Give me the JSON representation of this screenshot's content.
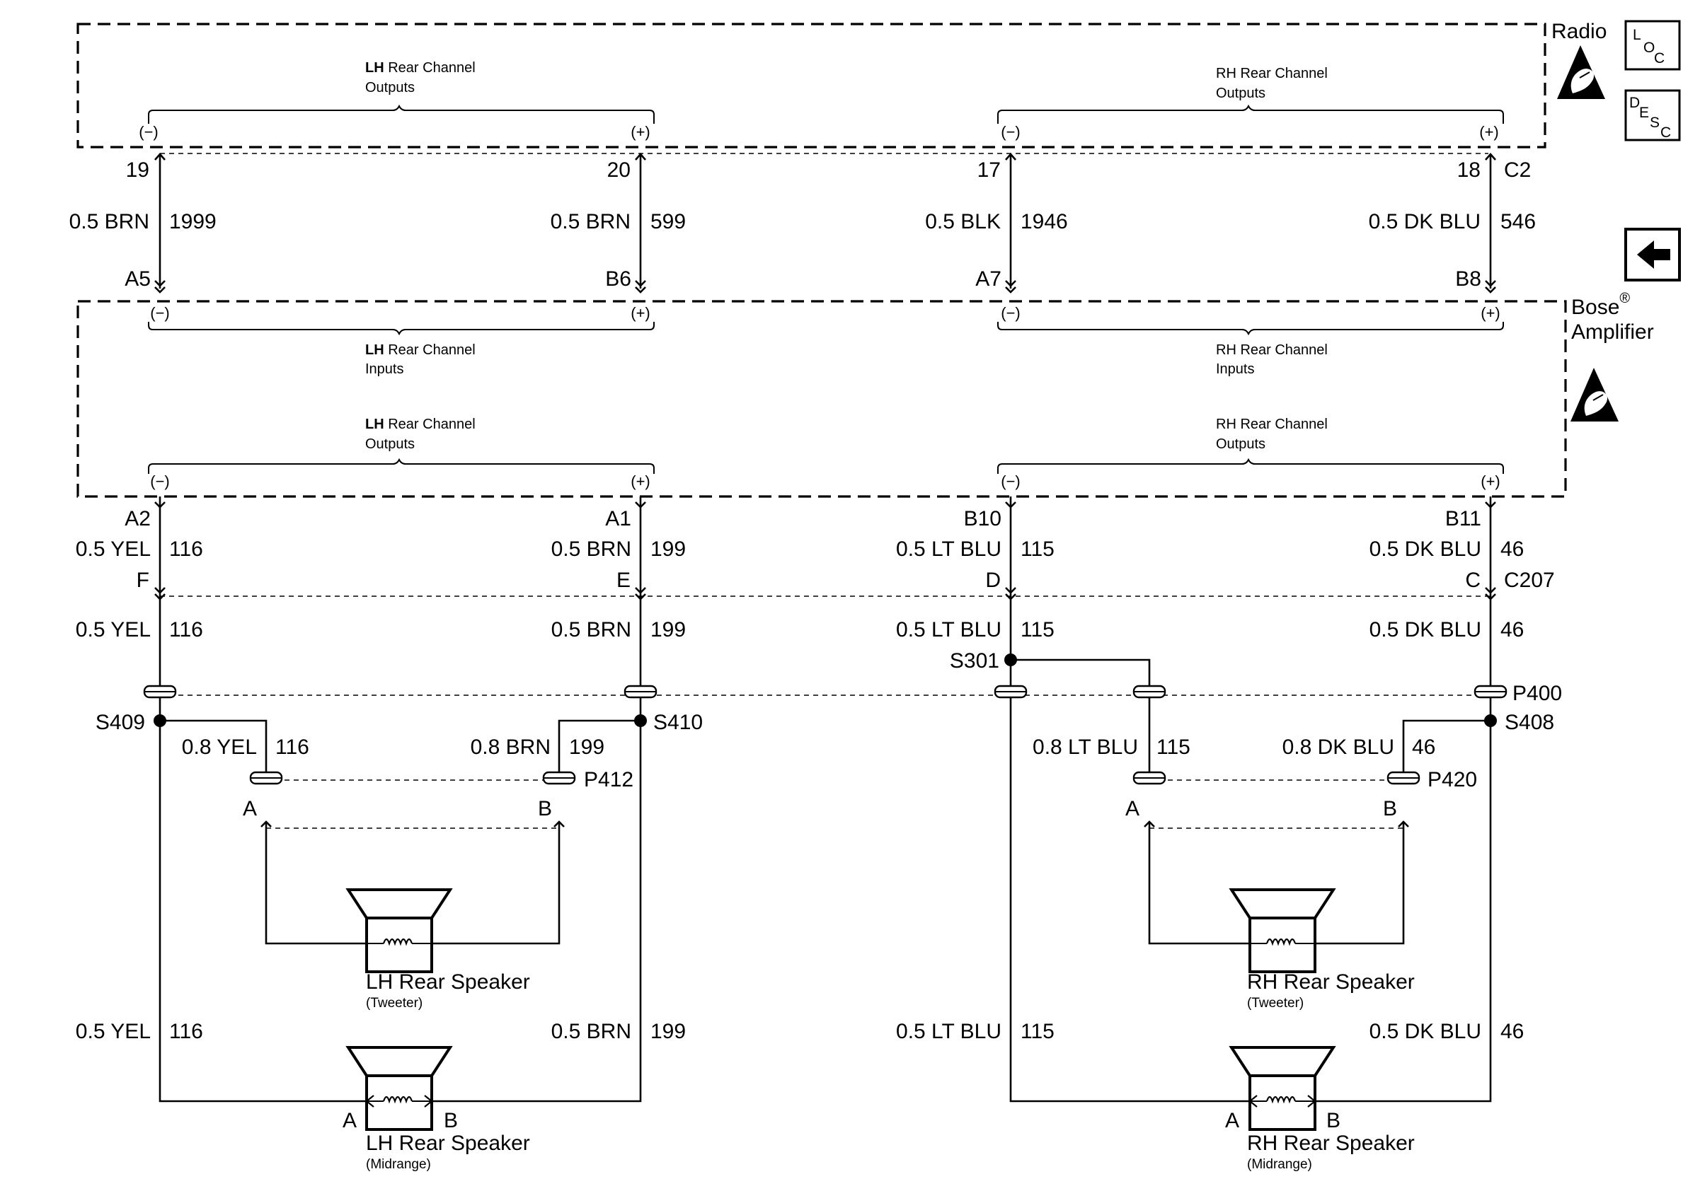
{
  "radio": {
    "title": "Radio",
    "lh_outputs": {
      "line1_bold": "LH",
      "line1_rest": " Rear Channel",
      "line2": "Outputs"
    },
    "rh_outputs": {
      "line1": "RH Rear Channel",
      "line2": "Outputs"
    },
    "connector": "C2"
  },
  "amplifier": {
    "title_line1": "Bose",
    "reg_mark": "®",
    "title_line2": "Amplifier",
    "lh_inputs": {
      "line1_bold": "LH",
      "line1_rest": " Rear Channel",
      "line2": "Inputs"
    },
    "rh_inputs": {
      "line1": "RH Rear Channel",
      "line2": "Inputs"
    },
    "lh_outputs": {
      "line1_bold": "LH",
      "line1_rest": " Rear Channel",
      "line2": "Outputs"
    },
    "rh_outputs": {
      "line1": "RH Rear Channel",
      "line2": "Outputs"
    }
  },
  "polarity": {
    "neg": "(−)",
    "pos": "(+)"
  },
  "icons": {
    "loc": {
      "L": "L",
      "O": "O",
      "C": "C"
    },
    "desc": {
      "D": "D",
      "E": "E",
      "S": "S",
      "C": "C"
    },
    "names": [
      "location-icon",
      "description-icon",
      "back-arrow-icon",
      "esd-sensitive-icon"
    ]
  },
  "radio_pins": {
    "p1": "19",
    "p2": "20",
    "p3": "17",
    "p4": "18"
  },
  "upper_wires": [
    {
      "gauge": "0.5 BRN",
      "circuit": "1999"
    },
    {
      "gauge": "0.5 BRN",
      "circuit": "599"
    },
    {
      "gauge": "0.5 BLK",
      "circuit": "1946"
    },
    {
      "gauge": "0.5 DK BLU",
      "circuit": "546"
    }
  ],
  "amp_in_pins": {
    "p1": "A5",
    "p2": "B6",
    "p3": "A7",
    "p4": "B8"
  },
  "amp_out_pins": {
    "p1": "A2",
    "p2": "A1",
    "p3": "B10",
    "p4": "B11"
  },
  "mid_wires": [
    {
      "gauge": "0.5 YEL",
      "circuit": "116"
    },
    {
      "gauge": "0.5 BRN",
      "circuit": "199"
    },
    {
      "gauge": "0.5 LT BLU",
      "circuit": "115"
    },
    {
      "gauge": "0.5 DK BLU",
      "circuit": "46"
    }
  ],
  "c207": {
    "name": "C207",
    "pins": [
      "F",
      "E",
      "D",
      "C"
    ]
  },
  "lower_wires": [
    {
      "gauge": "0.5 YEL",
      "circuit": "116"
    },
    {
      "gauge": "0.5 BRN",
      "circuit": "199"
    },
    {
      "gauge": "0.5 LT BLU",
      "circuit": "115"
    },
    {
      "gauge": "0.5 DK BLU",
      "circuit": "46"
    }
  ],
  "splices": {
    "s301": "S301",
    "s409": "S409",
    "s410": "S410",
    "s408": "S408"
  },
  "p400": "P400",
  "tweeter_wires": [
    {
      "gauge": "0.8 YEL",
      "circuit": "116"
    },
    {
      "gauge": "0.8 BRN",
      "circuit": "199"
    },
    {
      "gauge": "0.8 LT BLU",
      "circuit": "115"
    },
    {
      "gauge": "0.8 DK BLU",
      "circuit": "46"
    }
  ],
  "p412": {
    "name": "P412",
    "pinA": "A",
    "pinB": "B"
  },
  "p420": {
    "name": "P420",
    "pinA": "A",
    "pinB": "B"
  },
  "speakers": {
    "lh_tweeter": {
      "name": "LH Rear Speaker",
      "sub": "(Tweeter)"
    },
    "rh_tweeter": {
      "name": "RH Rear Speaker",
      "sub": "(Tweeter)"
    },
    "lh_midrange": {
      "name": "LH Rear Speaker",
      "sub": "(Midrange)",
      "pinA": "A",
      "pinB": "B"
    },
    "rh_midrange": {
      "name": "RH Rear Speaker",
      "sub": "(Midrange)",
      "pinA": "A",
      "pinB": "B"
    }
  },
  "bottom_wires": [
    {
      "gauge": "0.5 YEL",
      "circuit": "116"
    },
    {
      "gauge": "0.5 BRN",
      "circuit": "199"
    },
    {
      "gauge": "0.5 LT BLU",
      "circuit": "115"
    },
    {
      "gauge": "0.5 DK BLU",
      "circuit": "46"
    }
  ]
}
